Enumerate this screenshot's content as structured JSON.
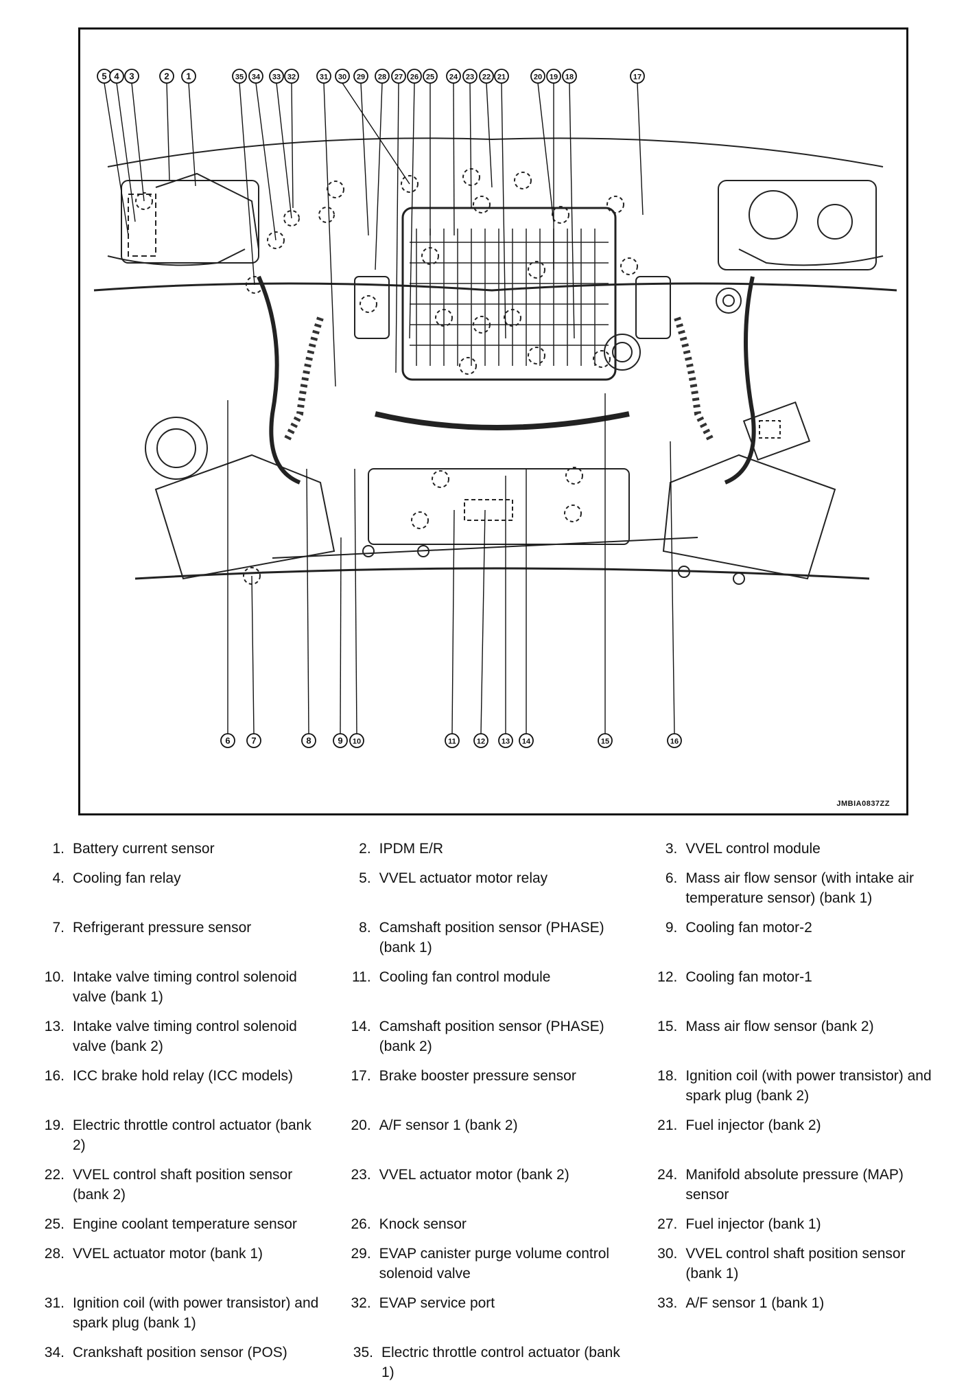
{
  "figure": {
    "id": "JMBIA0837ZZ",
    "callouts_top": [
      "5",
      "4",
      "3",
      "2",
      "1",
      "35",
      "34",
      "33",
      "32",
      "31",
      "30",
      "29",
      "28",
      "27",
      "26",
      "25",
      "24",
      "23",
      "22",
      "21",
      "20",
      "19",
      "18",
      "17"
    ],
    "callouts_bottom": [
      "6",
      "7",
      "8",
      "9",
      "10",
      "11",
      "12",
      "13",
      "14",
      "15",
      "16"
    ]
  },
  "legend": [
    [
      {
        "num": "1.",
        "text": "Battery current sensor"
      },
      {
        "num": "2.",
        "text": "IPDM E/R"
      },
      {
        "num": "3.",
        "text": "VVEL control module"
      }
    ],
    [
      {
        "num": "4.",
        "text": "Cooling fan relay"
      },
      {
        "num": "5.",
        "text": "VVEL actuator motor relay"
      },
      {
        "num": "6.",
        "text": "Mass air flow sensor (with intake air temperature sensor) (bank 1)"
      }
    ],
    [
      {
        "num": "7.",
        "text": "Refrigerant pressure sensor"
      },
      {
        "num": "8.",
        "text": "Camshaft position sensor (PHASE) (bank 1)"
      },
      {
        "num": "9.",
        "text": "Cooling fan motor-2"
      }
    ],
    [
      {
        "num": "10.",
        "text": "Intake valve timing control solenoid valve (bank 1)"
      },
      {
        "num": "11.",
        "text": "Cooling fan control module"
      },
      {
        "num": "12.",
        "text": "Cooling fan motor-1"
      }
    ],
    [
      {
        "num": "13.",
        "text": "Intake valve timing control solenoid valve (bank 2)"
      },
      {
        "num": "14.",
        "text": "Camshaft position sensor (PHASE) (bank 2)"
      },
      {
        "num": "15.",
        "text": "Mass air flow sensor (bank 2)"
      }
    ],
    [
      {
        "num": "16.",
        "text": "ICC brake hold relay (ICC models)"
      },
      {
        "num": "17.",
        "text": "Brake booster pressure sensor"
      },
      {
        "num": "18.",
        "text": "Ignition coil (with power transistor) and spark plug (bank 2)"
      }
    ],
    [
      {
        "num": "19.",
        "text": "Electric throttle control actuator (bank 2)"
      },
      {
        "num": "20.",
        "text": "A/F sensor 1 (bank 2)"
      },
      {
        "num": "21.",
        "text": "Fuel injector (bank 2)"
      }
    ],
    [
      {
        "num": "22.",
        "text": "VVEL control shaft position sensor (bank 2)"
      },
      {
        "num": "23.",
        "text": "VVEL actuator motor (bank 2)"
      },
      {
        "num": "24.",
        "text": "Manifold absolute pressure (MAP) sensor"
      }
    ],
    [
      {
        "num": "25.",
        "text": "Engine coolant temperature sensor"
      },
      {
        "num": "26.",
        "text": "Knock sensor"
      },
      {
        "num": "27.",
        "text": "Fuel injector (bank 1)"
      }
    ],
    [
      {
        "num": "28.",
        "text": "VVEL actuator motor (bank 1)"
      },
      {
        "num": "29.",
        "text": "EVAP canister purge volume control solenoid valve"
      },
      {
        "num": "30.",
        "text": "VVEL control shaft position sensor (bank 1)"
      }
    ],
    [
      {
        "num": "31.",
        "text": "Ignition coil (with power transistor) and spark plug (bank 1)"
      },
      {
        "num": "32.",
        "text": "EVAP service port"
      },
      {
        "num": "33.",
        "text": "A/F sensor 1 (bank 1)"
      }
    ],
    [
      {
        "num": "34.",
        "text": "Crankshaft position sensor (POS)"
      },
      {
        "num": "35.",
        "text": "Electric throttle control actuator (bank 1)"
      }
    ]
  ]
}
